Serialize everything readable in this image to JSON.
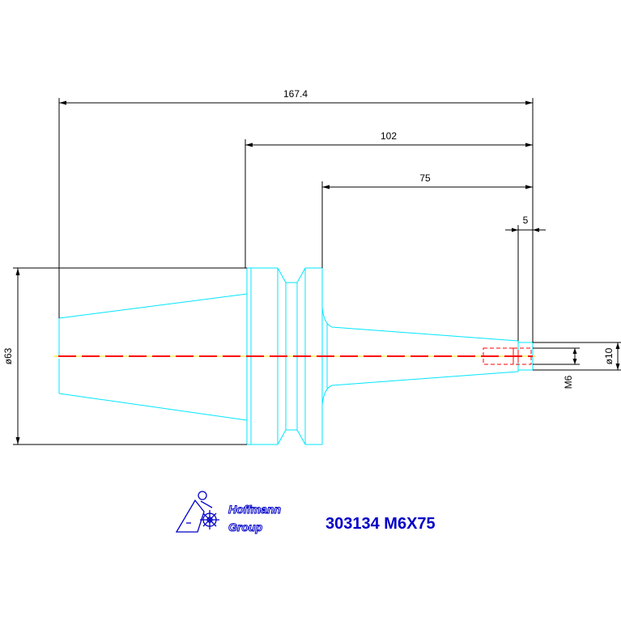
{
  "dimensions": {
    "overall_length": "167.4",
    "length_102": "102",
    "length_75": "75",
    "length_5": "5",
    "diameter_63": "ø63",
    "diameter_10": "ø10",
    "thread": "M6"
  },
  "brand": {
    "line1": "Hoffmann",
    "line2": "Group"
  },
  "part_number": "303134 M6X75",
  "colors": {
    "outline": "#00e5ff",
    "dimension": "#000000",
    "centerline_red": "#ff0000",
    "centerline_yellow": "#ffee00",
    "brand": "#0000c8"
  }
}
